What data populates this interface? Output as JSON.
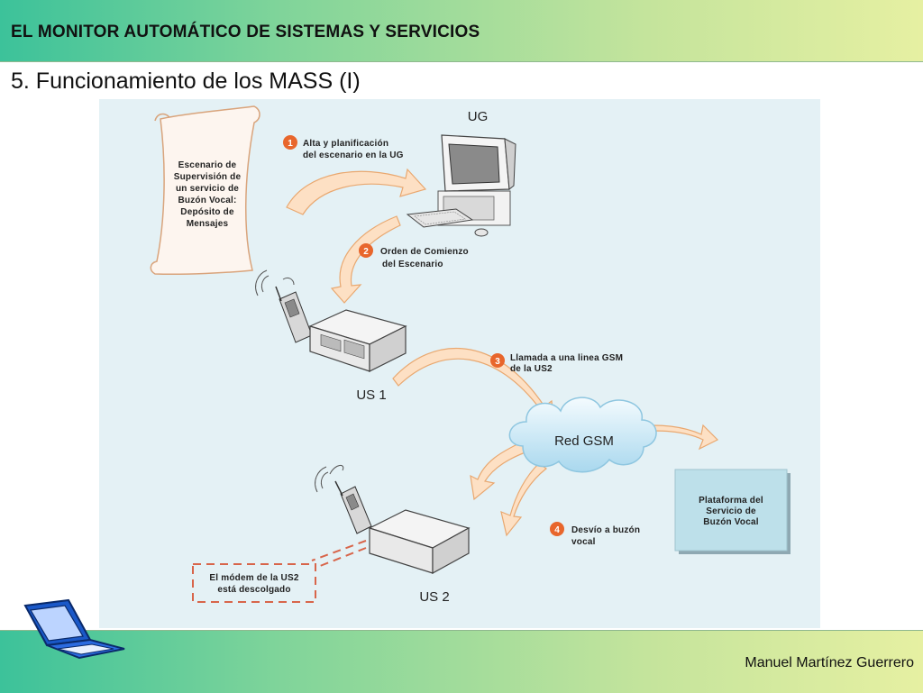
{
  "header": {
    "title": "EL MONITOR AUTOMÁTICO DE SISTEMAS Y SERVICIOS"
  },
  "slide": {
    "title": "5. Funcionamiento de los MASS (I)"
  },
  "footer": {
    "author": "Manuel Martínez Guerrero"
  },
  "diagram": {
    "scroll_lines": [
      "Escenario de",
      "Supervisión de",
      "un servicio de",
      "Buzón Vocal:",
      "Depósito de",
      "Mensajes"
    ],
    "ug_label": "UG",
    "us1_label": "US 1",
    "us2_label": "US 2",
    "cloud_label": "Red GSM",
    "steps": [
      {
        "num": "1",
        "lines": [
          "Alta y planificación",
          "del escenario en la UG"
        ]
      },
      {
        "num": "2",
        "lines": [
          "Orden de Comienzo",
          "del Escenario"
        ]
      },
      {
        "num": "3",
        "lines": [
          "Llamada a una linea GSM",
          "de la US2"
        ]
      },
      {
        "num": "4",
        "lines": [
          "Desvío a buzón",
          "vocal"
        ]
      }
    ],
    "platform_lines": [
      "Plataforma del",
      "Servicio de",
      "Buzón Vocal"
    ],
    "modem_note_lines": [
      "El módem de la US2",
      "está descolgado"
    ],
    "colors": {
      "arrow_fill": "#fde0c4",
      "arrow_stroke": "#e9a870",
      "step_circle": "#e8662c",
      "platform_bg": "#bde0ea"
    }
  }
}
